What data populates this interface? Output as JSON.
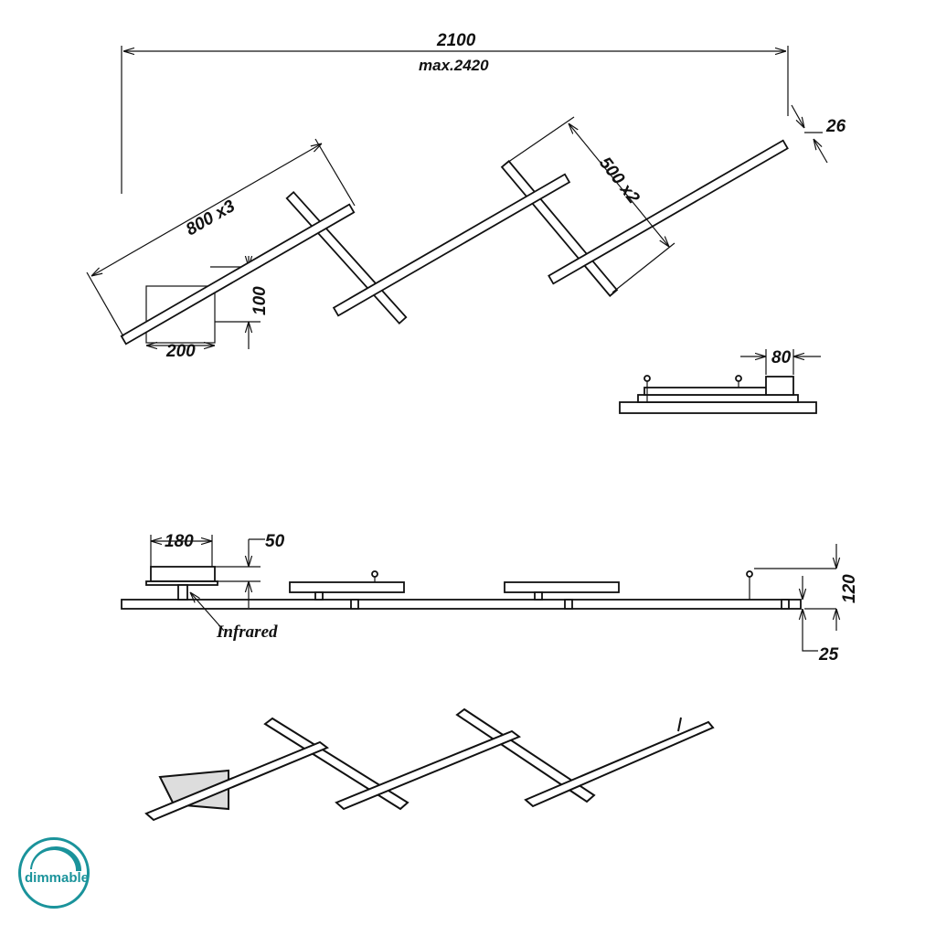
{
  "dimensions": {
    "total_width": "2100",
    "max_width": "max.2420",
    "long_bar": "800 x3",
    "cross_bar": "500 x2",
    "bar_width": "26",
    "canopy_width": "200",
    "canopy_depth": "100",
    "side_module": "80",
    "front_canopy": "180",
    "front_canopy_height": "50",
    "total_height": "120",
    "bar_height": "25"
  },
  "labels": {
    "sensor": "Infrared"
  },
  "badge": {
    "text": "dimmable",
    "color": "#1a939b"
  }
}
